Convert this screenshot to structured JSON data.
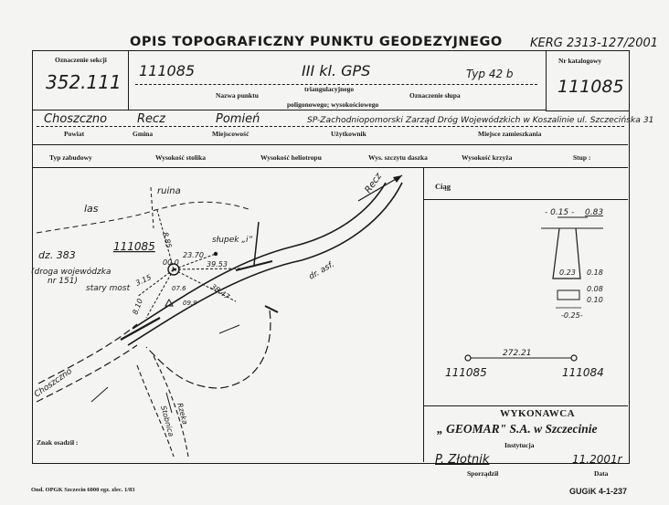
{
  "header": {
    "title": "OPIS TOPOGRAFICZNY PUNKTU GEODEZYJNEGO",
    "code": "KERG 2313-127/2001"
  },
  "section": {
    "label": "Oznaczenie sekcji",
    "value": "352.111"
  },
  "point": {
    "name": "111085",
    "class": "III kl. GPS",
    "type": "Typ 42 b",
    "name_label": "Nazwa punktu",
    "subtype_line1": "triangulacyjnego",
    "subtype_line2": "poligonowego; wysokościowego",
    "post_label": "Oznaczenie słupa"
  },
  "catalog": {
    "label": "Nr katalogowy",
    "value": "111085"
  },
  "location": {
    "powiat": "Choszczno",
    "gmina": "Recz",
    "miejscowosc": "Pomień",
    "uzytkownik": "SP-Zachodniopomorski Zarząd Dróg Wojewódzkich w Koszalinie ul. Szczecińska 31"
  },
  "location_labels": {
    "powiat": "Powiat",
    "gmina": "Gmina",
    "miejscowosc": "Miejscowość",
    "uzytkownik": "Użytkownik",
    "zamieszkanie": "Miejsce zamieszkania"
  },
  "attribute_labels": {
    "zabudowy": "Typ zabudowy",
    "stolika": "Wysokość stolika",
    "heliotropu": "Wysokość heliotropu",
    "daszka": "Wys. szczytu daszka",
    "krzyza": "Wysokość krzyża",
    "stup": "Stup :"
  },
  "sketch": {
    "las": "las",
    "ruina": "ruina",
    "recz": "Recz",
    "point": "111085",
    "slupek": "słupek „i”",
    "dz": "dz. 383",
    "droga": "(droga wojewódzka",
    "nr": "nr 151)",
    "stary_most": "stary most",
    "dr_asf": "dr. asf.",
    "choszczno": "Choszczno",
    "rzeka": "Rzeka",
    "stobnica": "Stobnica",
    "d_885": "8.85",
    "d_000": "00.0",
    "d_2370": "23.70",
    "d_3953": "39.53",
    "d_3815": "3.15",
    "d_3847": "38.47",
    "d_810": "8.10",
    "d_076": "07.6",
    "d_099": "09.9",
    "znak_label": "Znak osadził :"
  },
  "ciag": {
    "label": "Ciąg",
    "d015": "- 0.15 -",
    "d083": "0.83",
    "d023": "0.23",
    "d018": "0.18",
    "d008": "0.08",
    "d010": "0.10",
    "d025": "-0.25-",
    "distance": "272.21",
    "pointA": "111085",
    "pointB": "111084"
  },
  "executor": {
    "label": "WYKONAWCA",
    "company": "„ GEOMAR\" S.A. w Szczecinie",
    "inst_label": "Instytucja",
    "name": "P. Złotnik",
    "date": "11.2001r",
    "name_label": "Sporządził",
    "date_label": "Data"
  },
  "footer": {
    "left": "Ond. OPGK Szczecin 6000 egz. zlec. 1/83",
    "right": "GUGiK 4-1-237"
  }
}
